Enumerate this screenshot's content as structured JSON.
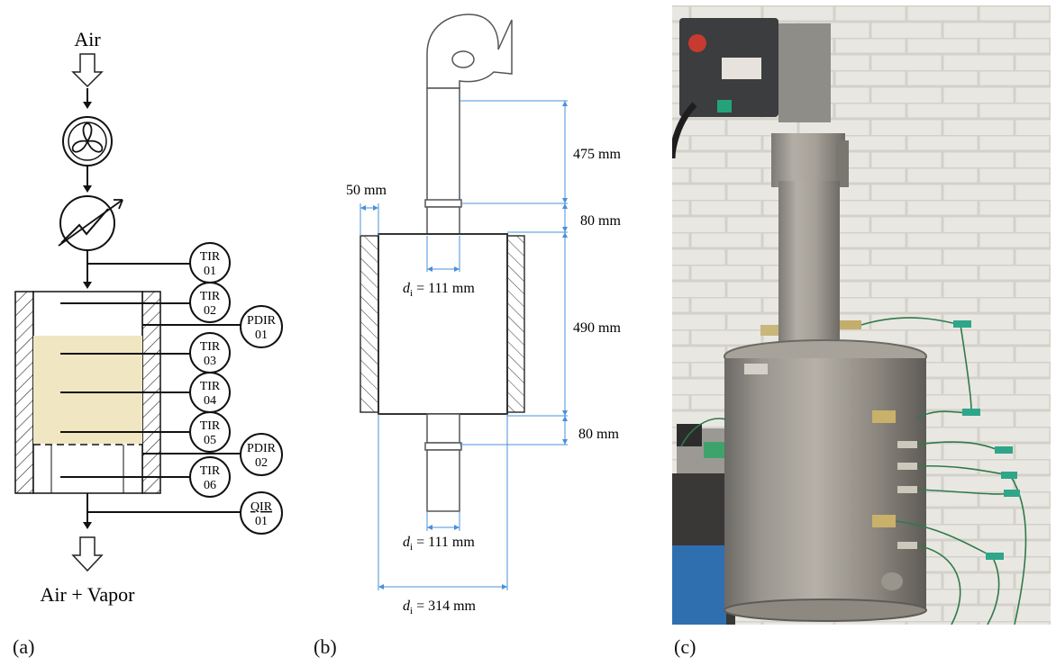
{
  "panels": {
    "a": {
      "label": "(a)",
      "inlet_text": "Air",
      "outlet_text": "Air + Vapor",
      "tags": [
        {
          "l1": "TIR",
          "l2": "01"
        },
        {
          "l1": "TIR",
          "l2": "02"
        },
        {
          "l1": "PDIR",
          "l2": "01"
        },
        {
          "l1": "TIR",
          "l2": "03"
        },
        {
          "l1": "TIR",
          "l2": "04"
        },
        {
          "l1": "TIR",
          "l2": "05"
        },
        {
          "l1": "PDIR",
          "l2": "02"
        },
        {
          "l1": "TIR",
          "l2": "06"
        },
        {
          "l1": "QIR",
          "l2": "01"
        }
      ],
      "bed_color": "#f0e6c1"
    },
    "b": {
      "label": "(b)",
      "dims": {
        "d475": "475 mm",
        "d80_top": "80 mm",
        "d50": "50 mm",
        "d490": "490 mm",
        "d80_bottom": "80 mm"
      },
      "diameters": {
        "top": {
          "sym": "d",
          "sub": "i",
          "val": " = 111 mm"
        },
        "bottom": {
          "sym": "d",
          "sub": "i",
          "val": " = 111 mm"
        },
        "outer": {
          "sym": "d",
          "sub": "i",
          "val": " = 314 mm"
        }
      },
      "dim_color": "#4a90d9"
    },
    "c": {
      "label": "(c)"
    }
  }
}
